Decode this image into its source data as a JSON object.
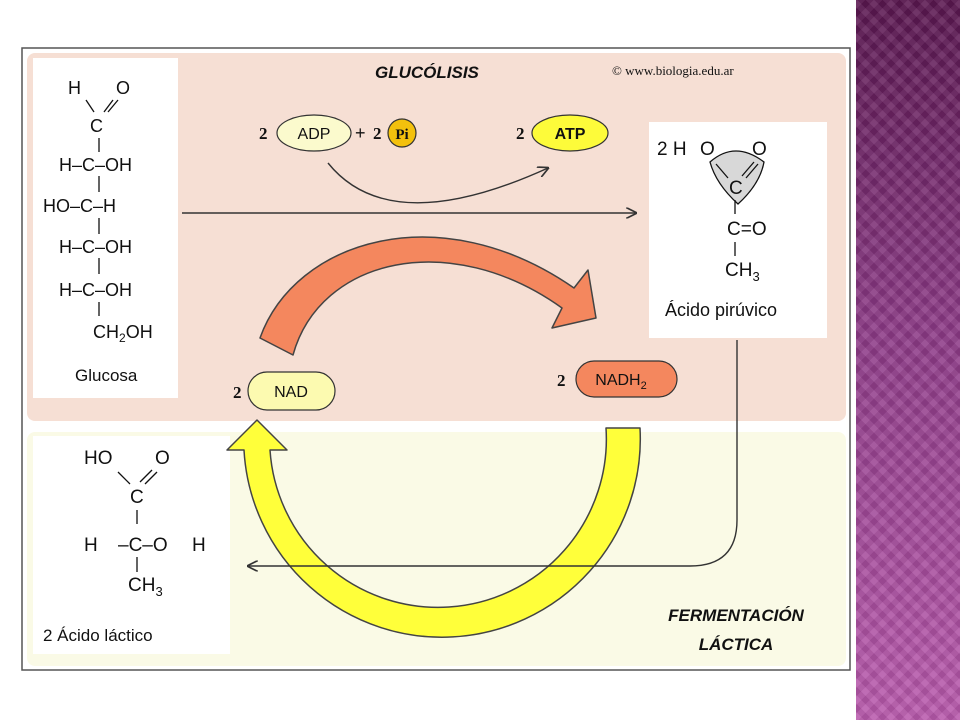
{
  "header": {
    "title": "GLUCÓLISIS",
    "credit": "© www.biologia.edu.ar"
  },
  "reactants": {
    "adp_coef": "2",
    "adp": "ADP",
    "plus": "+",
    "pi_coef": "2",
    "pi": "Pi",
    "atp_coef": "2",
    "atp": "ATP",
    "nad_coef": "2",
    "nad": "NAD",
    "nadh_coef": "2",
    "nadh": "NADH",
    "nadh_sub": "2"
  },
  "glucose": {
    "lines": [
      "H",
      "O",
      "C",
      "H–C–OH",
      "HO–C–H",
      "H–C–OH",
      "H–C–OH",
      "CH",
      "2",
      "OH"
    ],
    "label": "Glucosa"
  },
  "pyruvic": {
    "prefix": "2 H",
    "o1": "O",
    "o2": "O",
    "c1": "C",
    "c2": "C=O",
    "ch": "CH",
    "ch_sub": "3",
    "label": "Ácido pirúvico"
  },
  "lactic": {
    "ho": "HO",
    "o": "O",
    "c1": "C",
    "h_left": "H",
    "c2": "–C–O",
    "h_right": "H",
    "ch": "CH",
    "ch_sub": "3",
    "label": "2 Ácido láctico"
  },
  "fermentation": {
    "line1": "FERMENTACIÓN",
    "line2": "LÁCTICA"
  },
  "colors": {
    "glycolysis_panel": "#f6dfd4",
    "fermentation_panel": "#fafae6",
    "adp_fill": "#fbfacd",
    "pi_fill": "#f3c10d",
    "atp_fill": "#fdfb3a",
    "nad_fill": "#fcfab0",
    "nadh_fill": "#f4875e",
    "salmon_arrow": "#f4875e",
    "yellow_arrow": "#ffff3a"
  }
}
